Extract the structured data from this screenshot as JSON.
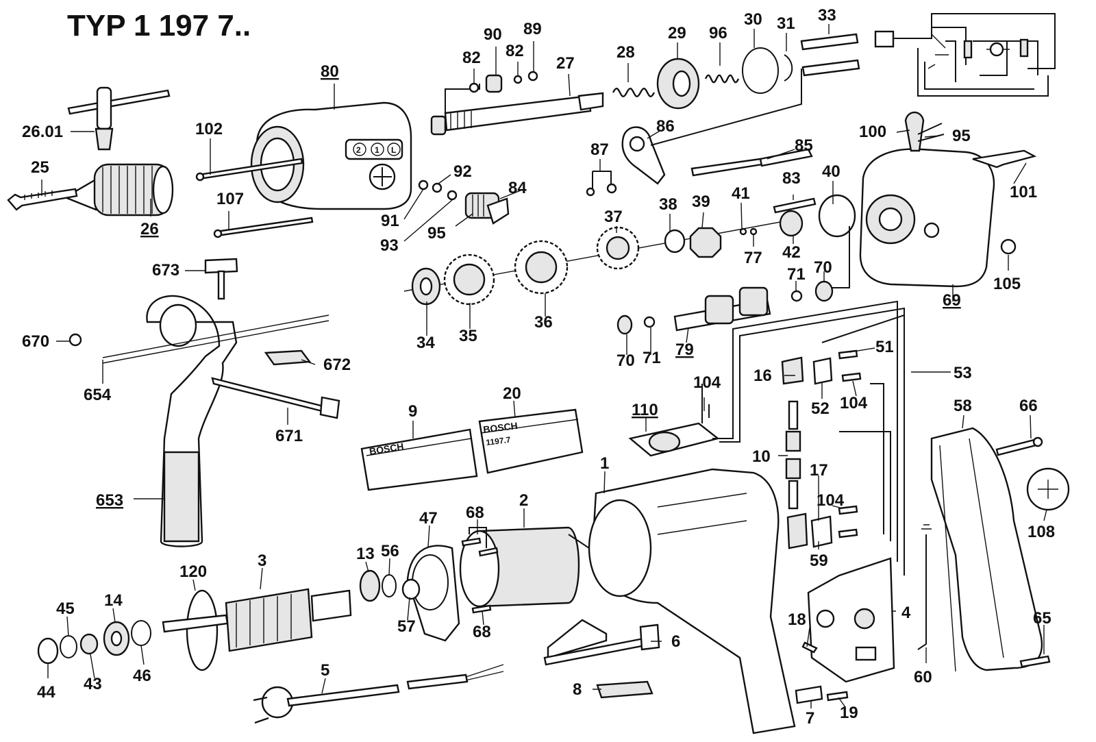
{
  "title": "TYP  1 197 7..",
  "nameplates": {
    "plate_9_logo": "BOSCH",
    "plate_20_logo": "BOSCH",
    "plate_20_model": "1197.7"
  },
  "switch_marks": [
    "2",
    "1",
    "L"
  ],
  "labels": {
    "l_26_01": "26.01",
    "l_25": "25",
    "l_26": "26",
    "l_102": "102",
    "l_107": "107",
    "l_80": "80",
    "l_82a": "82",
    "l_90": "90",
    "l_82b": "82",
    "l_89": "89",
    "l_27": "27",
    "l_28": "28",
    "l_29": "29",
    "l_96": "96",
    "l_30": "30",
    "l_31": "31",
    "l_33": "33",
    "l_86": "86",
    "l_85": "85",
    "l_87": "87",
    "l_92": "92",
    "l_84": "84",
    "l_91": "91",
    "l_93": "93",
    "l_95a": "95",
    "l_100": "100",
    "l_95b": "95",
    "l_101": "101",
    "l_40": "40",
    "l_83": "83",
    "l_41": "41",
    "l_39": "39",
    "l_38": "38",
    "l_37": "37",
    "l_77": "77",
    "l_42": "42",
    "l_105": "105",
    "l_69": "69",
    "l_71a": "71",
    "l_70a": "70",
    "l_673": "673",
    "l_670": "670",
    "l_672": "672",
    "l_654": "654",
    "l_671": "671",
    "l_653": "653",
    "l_34": "34",
    "l_35": "35",
    "l_36": "36",
    "l_70b": "70",
    "l_71b": "71",
    "l_79": "79",
    "l_104a": "104",
    "l_51": "51",
    "l_16": "16",
    "l_52": "52",
    "l_104b": "104",
    "l_53": "53",
    "l_9": "9",
    "l_20": "20",
    "l_110": "110",
    "l_58": "58",
    "l_66": "66",
    "l_10": "10",
    "l_17": "17",
    "l_104c": "104",
    "l_108": "108",
    "l_59": "59",
    "l_1": "1",
    "l_2": "2",
    "l_68a": "68",
    "l_47": "47",
    "l_3": "3",
    "l_13": "13",
    "l_56": "56",
    "l_120": "120",
    "l_14": "14",
    "l_45": "45",
    "l_44": "44",
    "l_43": "43",
    "l_46": "46",
    "l_57": "57",
    "l_68b": "68",
    "l_4": "4",
    "l_18": "18",
    "l_6": "6",
    "l_65": "65",
    "l_60": "60",
    "l_5": "5",
    "l_8": "8",
    "l_7": "7",
    "l_19": "19"
  },
  "colors": {
    "ink": "#111111",
    "paper": "#ffffff",
    "shade": "#e6e6e6"
  }
}
